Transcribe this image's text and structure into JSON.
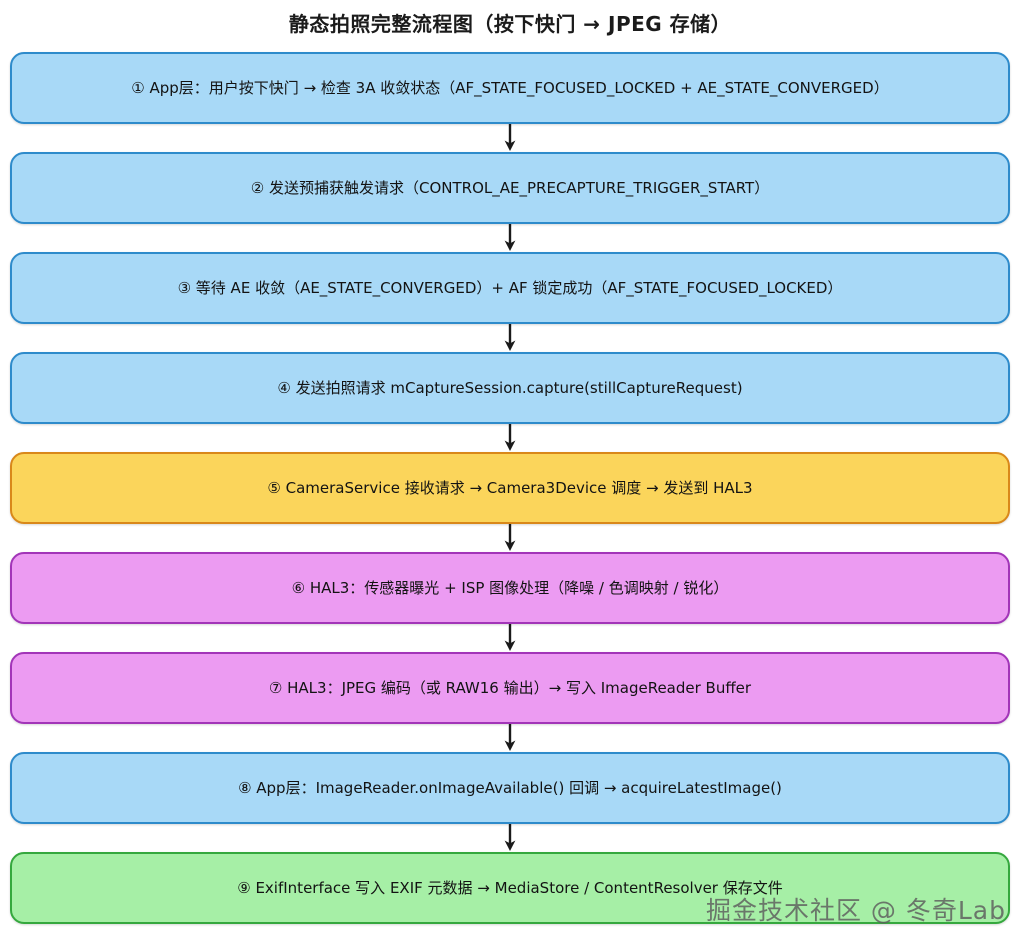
{
  "chart_data": {
    "type": "diagram",
    "title": "静态拍照完整流程图（按下快门 → JPEG 存储）",
    "layout": "vertical-flowchart",
    "legend_position": "none",
    "nodes": [
      {
        "id": 1,
        "label": "① App层：用户按下快门 → 检查 3A 收敛状态（AF_STATE_FOCUSED_LOCKED + AE_STATE_CONVERGED）",
        "color": "blue",
        "fill": "#A8D9F7",
        "stroke": "#2E8BCB"
      },
      {
        "id": 2,
        "label": "② 发送预捕获触发请求（CONTROL_AE_PRECAPTURE_TRIGGER_START）",
        "color": "blue",
        "fill": "#A8D9F7",
        "stroke": "#2E8BCB"
      },
      {
        "id": 3,
        "label": "③ 等待 AE 收敛（AE_STATE_CONVERGED）+ AF 锁定成功（AF_STATE_FOCUSED_LOCKED）",
        "color": "blue",
        "fill": "#A8D9F7",
        "stroke": "#2E8BCB"
      },
      {
        "id": 4,
        "label": "④ 发送拍照请求 mCaptureSession.capture(stillCaptureRequest)",
        "color": "blue",
        "fill": "#A8D9F7",
        "stroke": "#2E8BCB"
      },
      {
        "id": 5,
        "label": "⑤ CameraService 接收请求 → Camera3Device 调度 → 发送到 HAL3",
        "color": "orange",
        "fill": "#FBD55B",
        "stroke": "#D9881A"
      },
      {
        "id": 6,
        "label": "⑥ HAL3：传感器曝光 + ISP 图像处理（降噪 / 色调映射 / 锐化）",
        "color": "magenta",
        "fill": "#EC9BF2",
        "stroke": "#A235B8"
      },
      {
        "id": 7,
        "label": "⑦ HAL3：JPEG 编码（或 RAW16 输出）→ 写入 ImageReader Buffer",
        "color": "magenta",
        "fill": "#EC9BF2",
        "stroke": "#A235B8"
      },
      {
        "id": 8,
        "label": "⑧ App层：ImageReader.onImageAvailable() 回调 → acquireLatestImage()",
        "color": "blue",
        "fill": "#A8D9F7",
        "stroke": "#2E8BCB"
      },
      {
        "id": 9,
        "label": "⑨ ExifInterface 写入 EXIF 元数据 → MediaStore / ContentResolver 保存文件",
        "color": "green",
        "fill": "#A6EFA6",
        "stroke": "#35A83E"
      }
    ],
    "edges": [
      {
        "from": 1,
        "to": 2,
        "kind": "arrow-down"
      },
      {
        "from": 2,
        "to": 3,
        "kind": "arrow-down"
      },
      {
        "from": 3,
        "to": 4,
        "kind": "arrow-down"
      },
      {
        "from": 4,
        "to": 5,
        "kind": "arrow-down"
      },
      {
        "from": 5,
        "to": 6,
        "kind": "arrow-down"
      },
      {
        "from": 6,
        "to": 7,
        "kind": "arrow-down"
      },
      {
        "from": 7,
        "to": 8,
        "kind": "arrow-down"
      },
      {
        "from": 8,
        "to": 9,
        "kind": "arrow-down"
      }
    ],
    "arrow_color": "#1a1a1a"
  },
  "watermark": {
    "text": "掘金技术社区 @ 冬奇Lab"
  }
}
